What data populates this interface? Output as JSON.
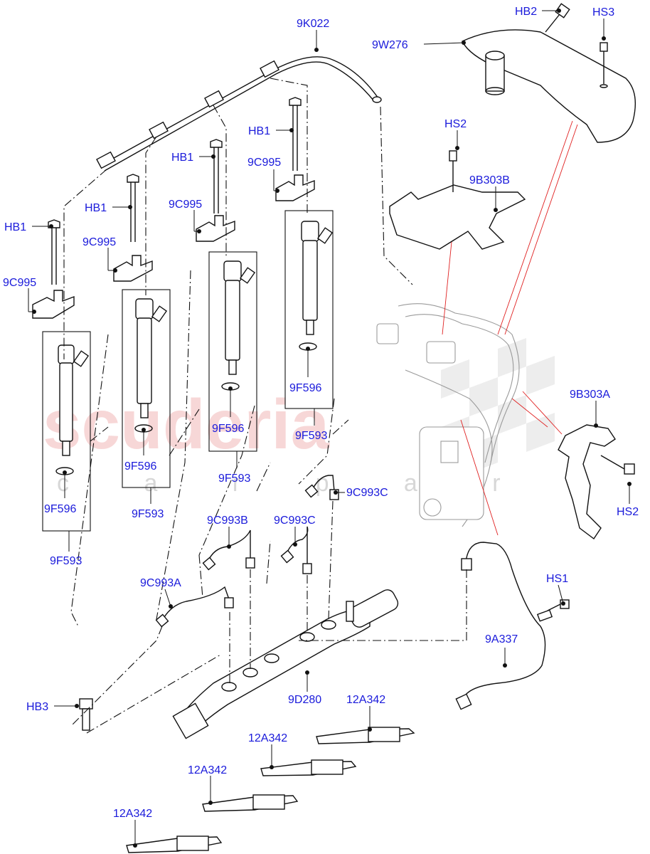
{
  "watermark": {
    "brand": "scuderia",
    "sub": "c a r p a r t s"
  },
  "labels": {
    "hb1_a": "HB1",
    "hb1_b": "HB1",
    "hb1_c": "HB1",
    "hb1_d": "HB1",
    "c995_a": "9C995",
    "c995_b": "9C995",
    "c995_c": "9C995",
    "c995_d": "9C995",
    "f596_a": "9F596",
    "f596_b": "9F596",
    "f596_c": "9F596",
    "f596_d": "9F596",
    "f593_a": "9F593",
    "f593_b": "9F593",
    "f593_c": "9F593",
    "f593_d": "9F593",
    "k022": "9K022",
    "w276": "9W276",
    "hb2": "HB2",
    "hs3": "HS3",
    "hs2_top": "HS2",
    "b303b": "9B303B",
    "b303a": "9B303A",
    "hs2_bottom": "HS2",
    "c993c_top": "9C993C",
    "c993c_mid": "9C993C",
    "c993b": "9C993B",
    "c993a": "9C993A",
    "hs1": "HS1",
    "a337": "9A337",
    "d280": "9D280",
    "hb3": "HB3",
    "a342_a": "12A342",
    "a342_b": "12A342",
    "a342_c": "12A342",
    "a342_d": "12A342"
  },
  "colors": {
    "label": "#1a1adb",
    "leader": "#111111",
    "callout_red": "#e02020",
    "watermark": "#f2b8b8"
  }
}
